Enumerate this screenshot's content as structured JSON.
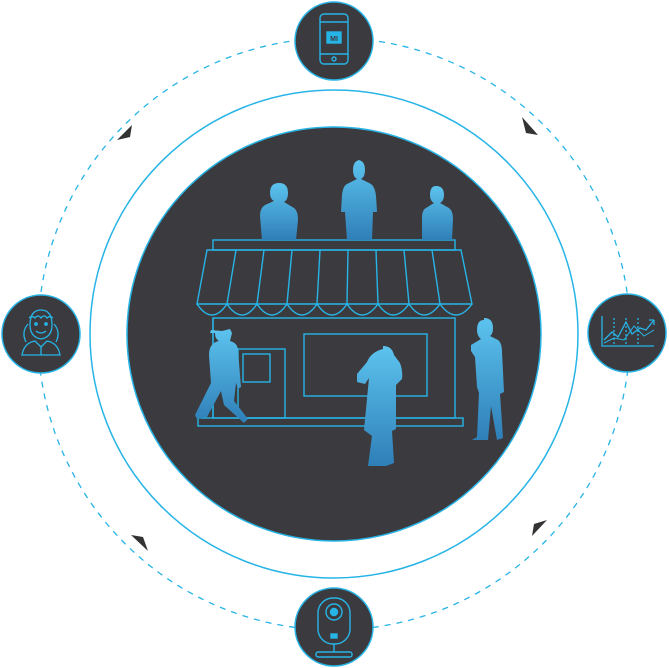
{
  "diagram": {
    "colors": {
      "accent": "#27b4e6",
      "dark_fill": "#3b3b3f",
      "figure_top": "#5cc3ee",
      "figure_bottom": "#2f7fb8",
      "arrow_dark": "#333333",
      "background": "#ffffff"
    },
    "center": {
      "icon": "storefront-with-people-illustration"
    },
    "nodes": [
      {
        "id": "top",
        "icon": "smartphone-app-icon",
        "label": "MI"
      },
      {
        "id": "right",
        "icon": "analytics-chart-icon"
      },
      {
        "id": "bottom",
        "icon": "security-camera-icon"
      },
      {
        "id": "left",
        "icon": "customer-face-icon"
      }
    ],
    "flow": {
      "direction": "clockwise",
      "style": "dashed"
    }
  }
}
